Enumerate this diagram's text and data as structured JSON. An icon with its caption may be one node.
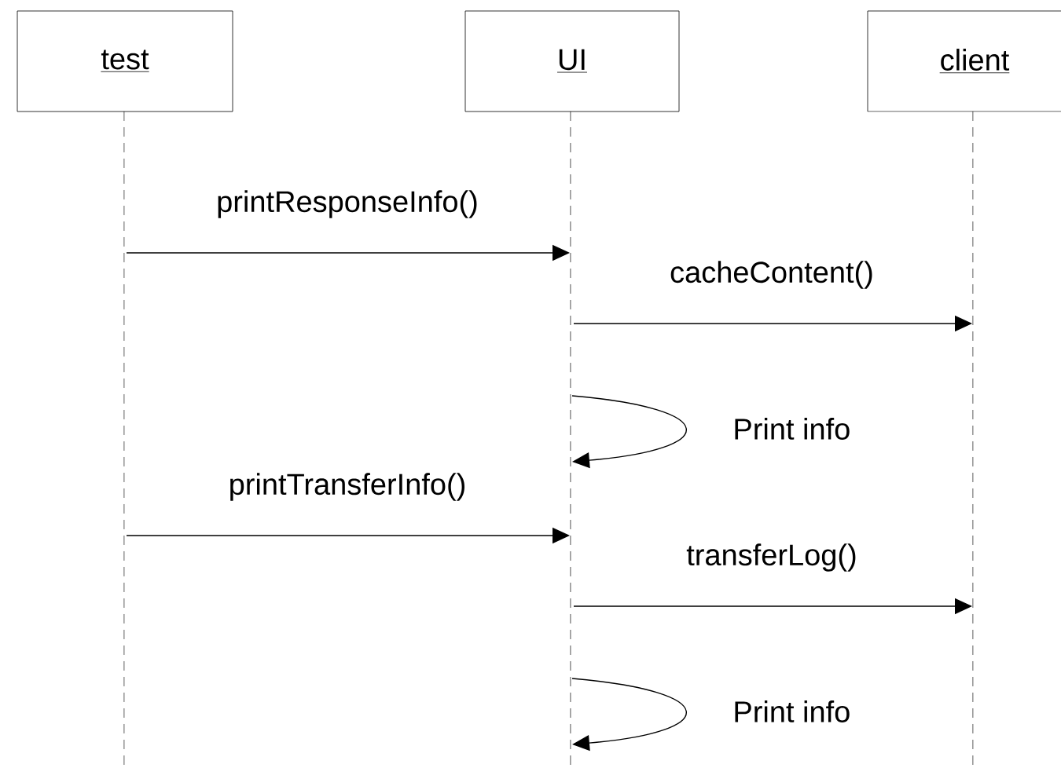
{
  "diagram": {
    "nodes": [
      {
        "text": [
          "test"
        ]
      },
      {
        "text": [
          "UI"
        ]
      },
      {
        "text": [
          "client"
        ]
      }
    ],
    "edges": [
      {
        "from": 0,
        "to": 1,
        "arrow": "to",
        "label": "printResponseInfo()"
      },
      {
        "from": 1,
        "to": 2,
        "arrow": "to",
        "label": "cacheContent()"
      },
      {
        "from": 1,
        "to": 1,
        "arrow": "to",
        "label": "Print info"
      },
      {
        "from": 0,
        "to": 1,
        "arrow": "to",
        "label": "printTransferInfo()"
      },
      {
        "from": 1,
        "to": 2,
        "arrow": "to",
        "label": "transferLog()"
      },
      {
        "from": 1,
        "to": 1,
        "arrow": "to",
        "label": "Print info"
      }
    ]
  }
}
